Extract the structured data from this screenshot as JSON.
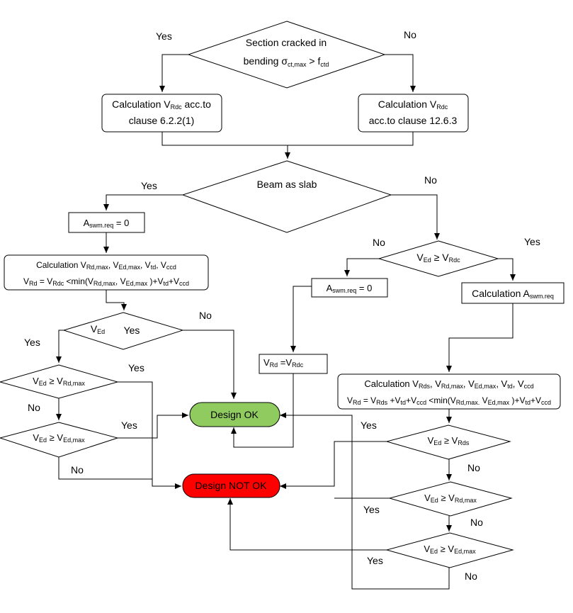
{
  "colors": {
    "ok": "#8fcb5f",
    "not_ok": "#ff0000",
    "line": "#000000"
  },
  "decision_section": {
    "line1": "Section cracked in",
    "line2_prefix": "bending ",
    "sigma": "σ",
    "sigma_sub": "ct,max",
    "gt": " > f",
    "f_sub": "ctd"
  },
  "calc_vrdc_left": {
    "l1": "Calculation V",
    "l1_sub": "Rdc",
    "l1_tail": " acc.to",
    "l2": "clause 6.2.2(1)"
  },
  "calc_vrdc_right": {
    "l1": "Calculation V",
    "l1_sub": "Rdc",
    "l2": "acc.to clause 12.6.3"
  },
  "decision_beam_slab": "Beam as slab",
  "aswm_zero_left": {
    "a": "A",
    "sub": "swm.req",
    "tail": " = 0"
  },
  "calc_multi_left": {
    "l1": "Calculation V",
    "l1_s1": "Rd,max",
    "l1_t1": ", V",
    "l1_s2": "Ed,max",
    "l1_t2": ", V",
    "l1_s3": "td",
    "l1_t3": ", V",
    "l1_s4": "ccd",
    "l2_a": "V",
    "l2_s1": "Rd",
    "l2_b": " = V",
    "l2_s2": "Rdc",
    "l2_c": " <min(V",
    "l2_s3": "Rd,max",
    "l2_d": ", V",
    "l2_s4": "Ed,max",
    "l2_e": " )+V",
    "l2_s5": "td",
    "l2_f": "+V",
    "l2_s6": "ccd"
  },
  "decision_ved": {
    "v": "V",
    "sub": "Ed",
    "yes": "Yes"
  },
  "decision_ved_rdmax_left": {
    "v": "V",
    "s1": "Ed",
    "op": " ≥ V",
    "s2": "Rd,max"
  },
  "decision_ved_edmax_left": {
    "v": "V",
    "s1": "Ed",
    "op": " ≥ V",
    "s2": "Ed,max"
  },
  "decision_ved_rdc": {
    "v": "V",
    "s1": "Ed",
    "op": " ≥ V",
    "s2": "Rdc"
  },
  "aswm_zero_mid": {
    "a": "A",
    "sub": "swm.req",
    "tail": " = 0"
  },
  "calc_aswm": {
    "a": "Calculation A",
    "sub": "swm.req"
  },
  "vrd_eq_vrdc": {
    "a": "V",
    "s1": "Rd",
    "b": " =V",
    "s2": "Rdc"
  },
  "calc_multi_right": {
    "l1": "Calculation V",
    "l1_s1": "Rds",
    "l1_t1": ", V",
    "l1_s2": "Rd,max",
    "l1_t2": ", V",
    "l1_s3": "Ed,max",
    "l1_t3": ", V",
    "l1_s4": "td",
    "l1_t4": ", V",
    "l1_s5": "ccd",
    "l2_a": "V",
    "l2_s1": "Rd",
    "l2_b": " = V",
    "l2_s2": "Rds",
    "l2_c": " +V",
    "l2_s3": "td",
    "l2_d": "+V",
    "l2_s4": "ccd",
    "l2_e": " <min(V",
    "l2_s5": "Rd,max.",
    "l2_f": " V",
    "l2_s6": "Ed,max",
    "l2_g": " )+V",
    "l2_s7": "td",
    "l2_h": "+V",
    "l2_s8": "ccd"
  },
  "decision_ved_rds": {
    "v": "V",
    "s1": "Ed",
    "op": " ≥ V",
    "s2": "Rds"
  },
  "decision_ved_rdmax_right": {
    "v": "V",
    "s1": "Ed",
    "op": " ≥ V",
    "s2": "Rd,max"
  },
  "decision_ved_edmax_right": {
    "v": "V",
    "s1": "Ed",
    "op": " ≥ V",
    "s2": "Ed,max"
  },
  "terminal_ok": "Design OK",
  "terminal_not_ok": "Design NOT OK",
  "labels": {
    "yes": "Yes",
    "no": "No"
  }
}
